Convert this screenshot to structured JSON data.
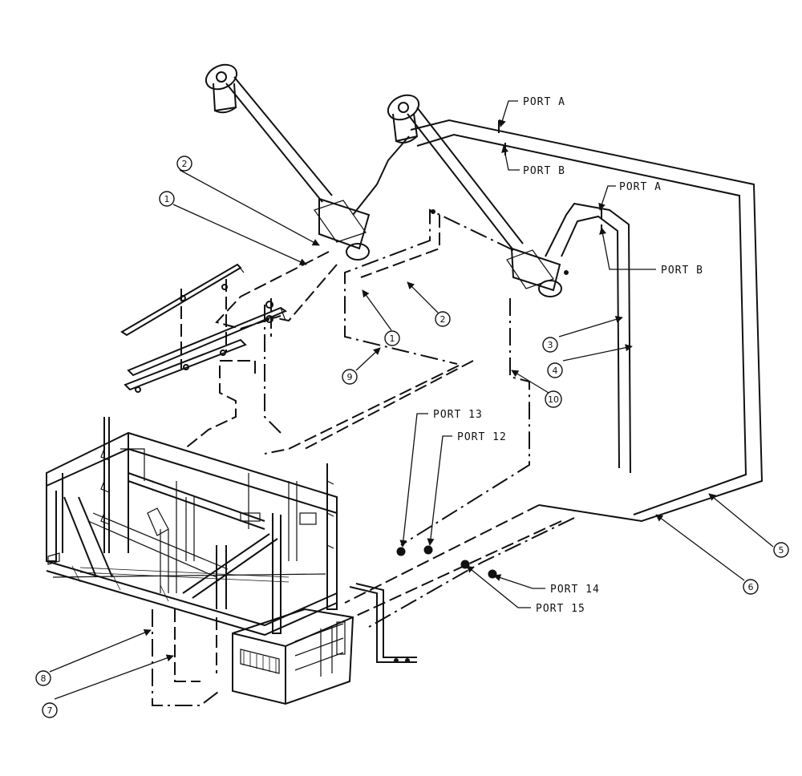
{
  "callouts": {
    "c1a": "1",
    "c1b": "1",
    "c2a": "2",
    "c2b": "2",
    "c3": "3",
    "c4": "4",
    "c5": "5",
    "c6": "6",
    "c7": "7",
    "c8": "8",
    "c9": "9",
    "c10": "10"
  },
  "ports": {
    "port_a_upper": "PORT A",
    "port_b_upper": "PORT B",
    "port_a_right": "PORT A",
    "port_b_right": "PORT B",
    "port_13": "PORT 13",
    "port_12": "PORT 12",
    "port_14": "PORT 14",
    "port_15": "PORT 15"
  }
}
